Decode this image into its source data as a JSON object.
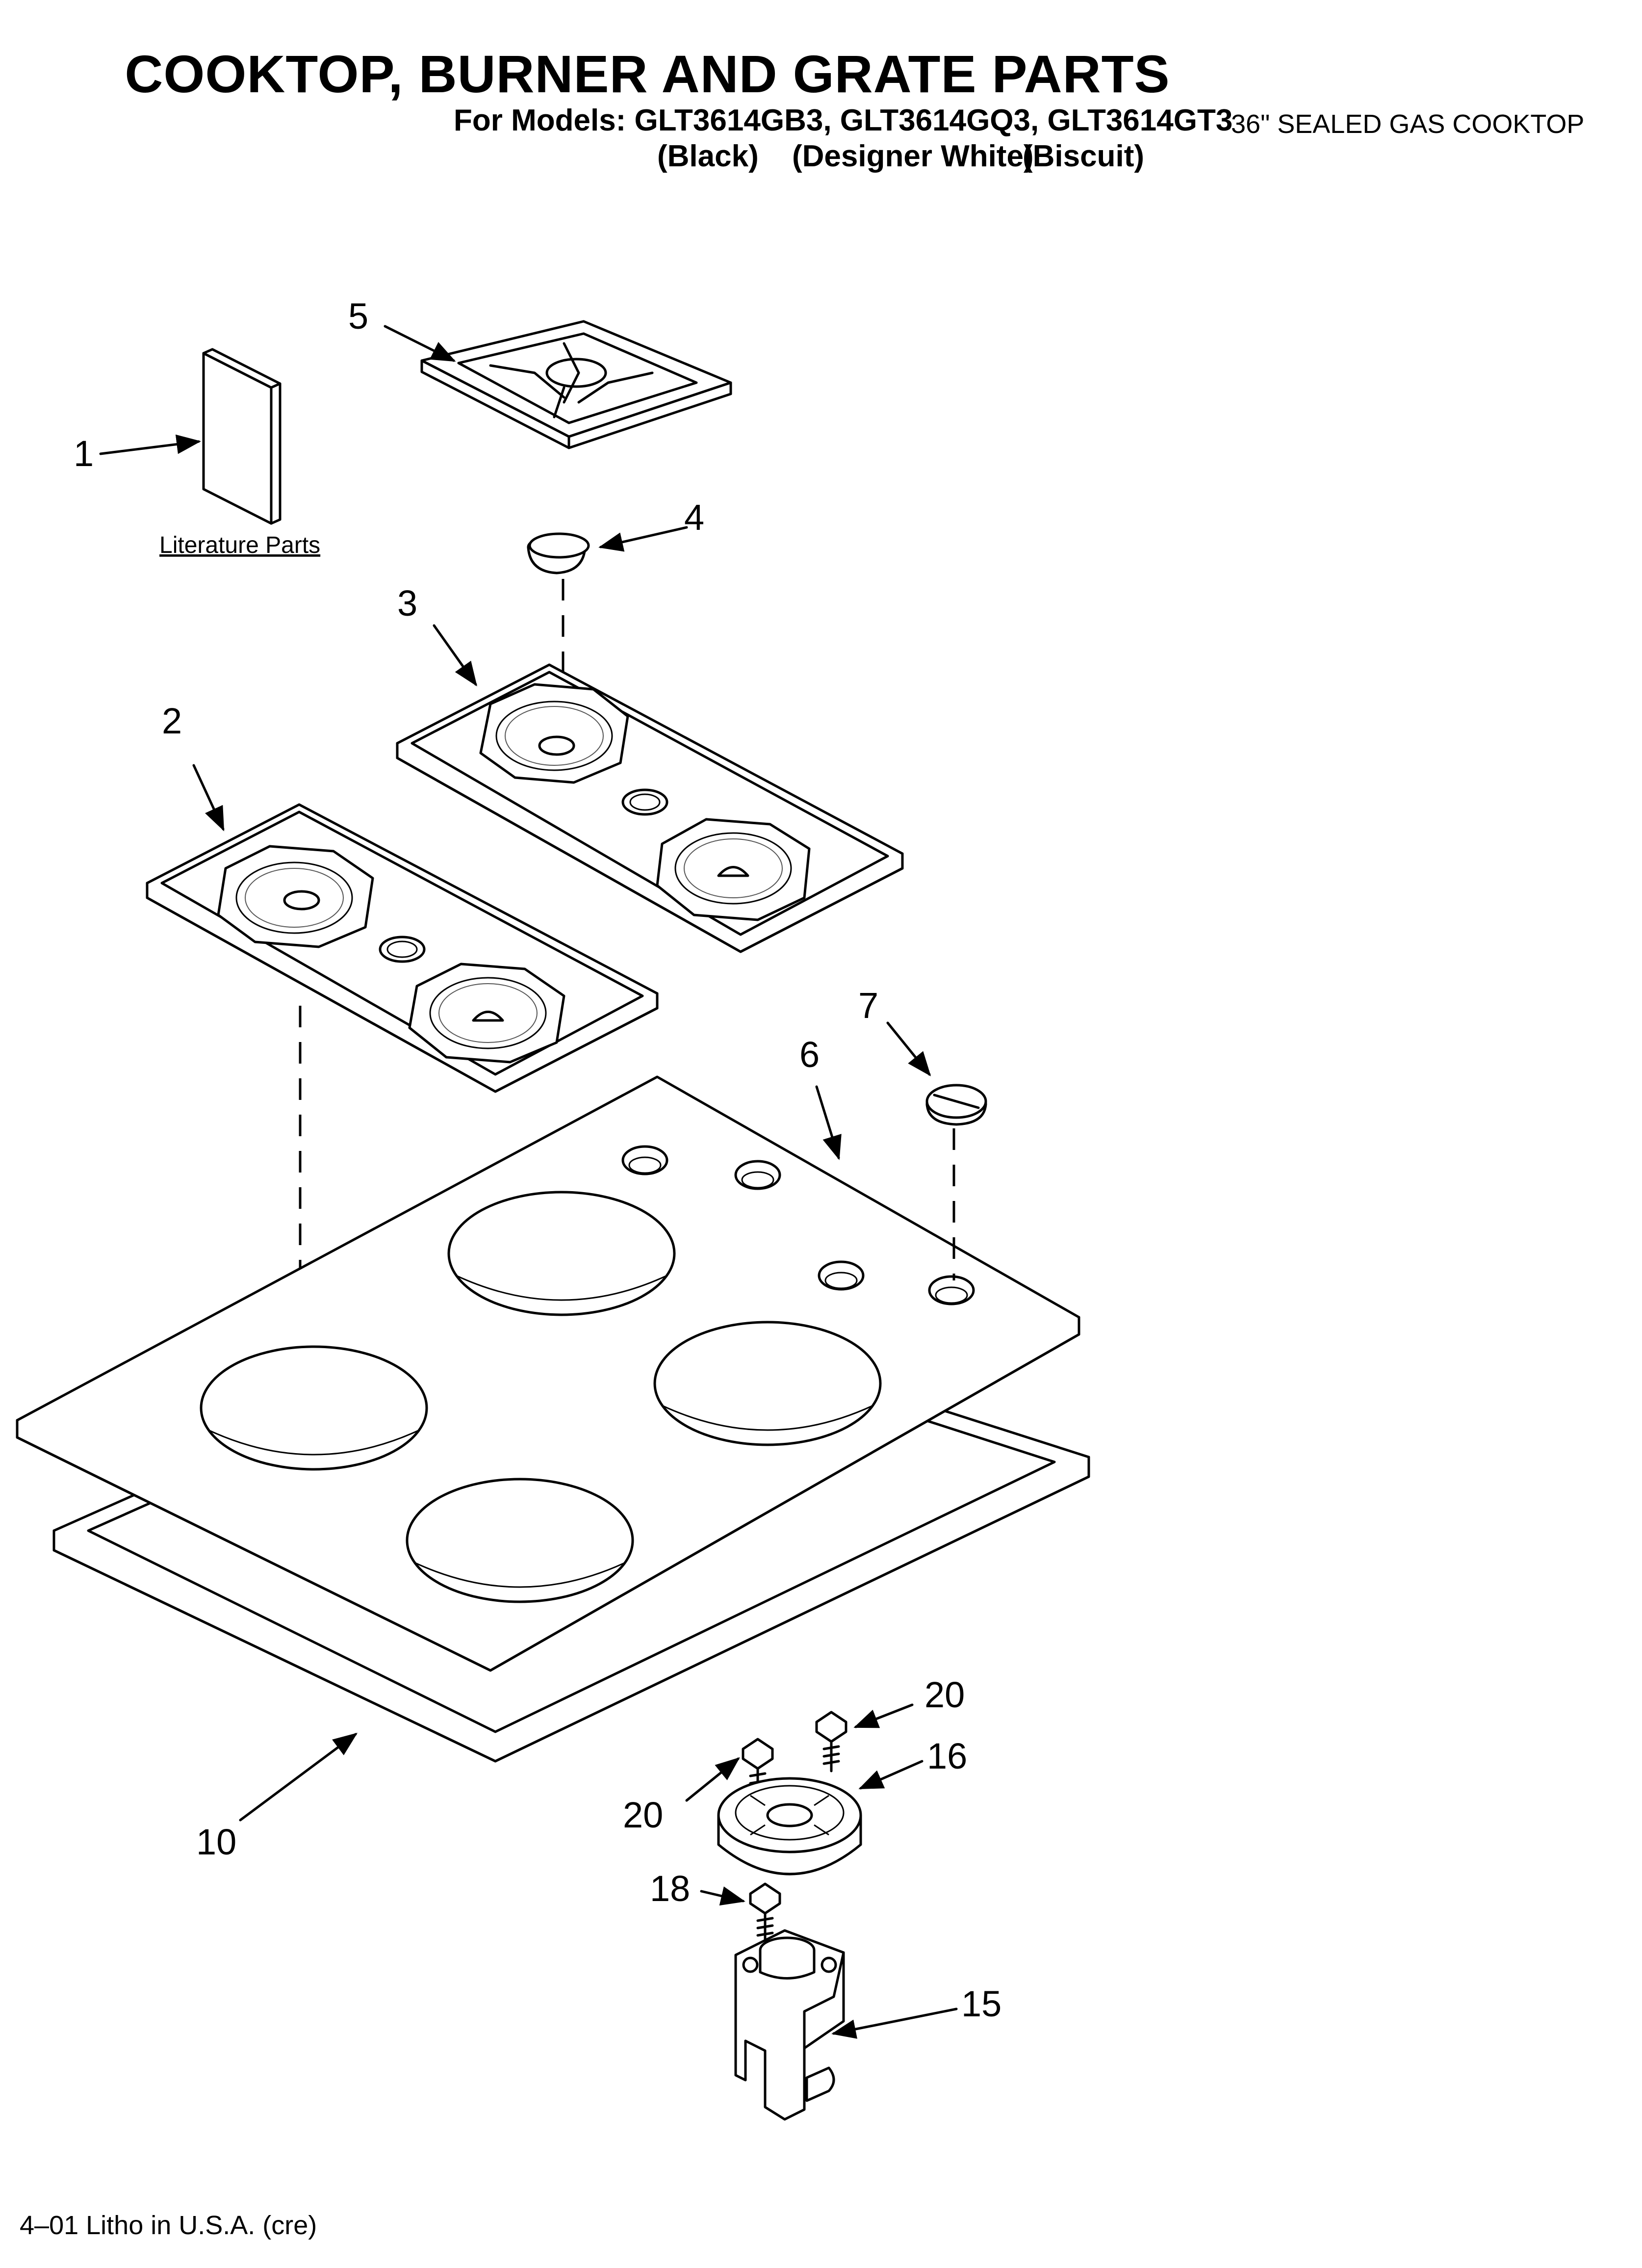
{
  "header": {
    "title": "COOKTOP, BURNER AND GRATE PARTS",
    "models": "For Models: GLT3614GB3, GLT3614GQ3, GLT3614GT3",
    "variant_black": "(Black)",
    "variant_white": "(Designer White)",
    "variant_biscuit": "(Biscuit)",
    "subtitle": "36\" SEALED GAS COOKTOP"
  },
  "diagram": {
    "literature_label": "Literature Parts",
    "callouts": {
      "c1": "1",
      "c2": "2",
      "c3": "3",
      "c4": "4",
      "c5": "5",
      "c6": "6",
      "c7": "7",
      "c10": "10",
      "c15": "15",
      "c16": "16",
      "c18": "18",
      "c20a": "20",
      "c20b": "20"
    }
  },
  "footer": {
    "text": "4–01 Litho in U.S.A. (cre)"
  }
}
